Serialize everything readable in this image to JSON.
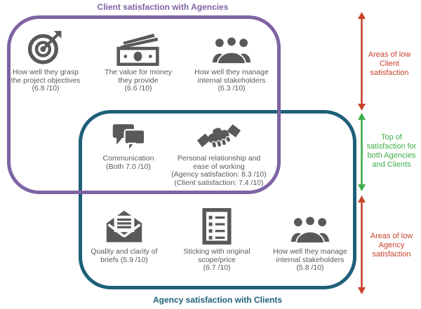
{
  "colors": {
    "purple": "#7E63A4",
    "teal": "#1E5F79",
    "red": "#C7432B",
    "green": "#3FAE49",
    "icon-gray": "#595959",
    "text-gray": "#595959"
  },
  "titles": {
    "client": "Client satisfaction with Agencies",
    "agency": "Agency satisfaction with Clients"
  },
  "items": [
    {
      "id": "project-objectives",
      "icon": "target-icon",
      "lines": [
        "How well they grasp",
        "the project objectives",
        "(6.8 /10)"
      ]
    },
    {
      "id": "value-for-money",
      "icon": "money-icon",
      "lines": [
        "The value for money",
        "they provide",
        "(6.6 /10)"
      ]
    },
    {
      "id": "stakeholders-client",
      "icon": "people-icon",
      "lines": [
        "How well they manage",
        "internal stakeholders",
        "(6.3 /10)"
      ]
    },
    {
      "id": "communication",
      "icon": "speech-bubbles-icon",
      "lines": [
        "Communication",
        "(Both 7.0 /10)"
      ]
    },
    {
      "id": "personal-relationship",
      "icon": "handshake-icon",
      "lines": [
        "Personal relationship and",
        "ease of working",
        "(Agency satisfaction: 8.3 /10)",
        "(Client satisfaction: 7.4 /10)"
      ]
    },
    {
      "id": "briefs",
      "icon": "envelope-icon",
      "lines": [
        "Quality and clarity of",
        "briefs (5.9 /10)"
      ]
    },
    {
      "id": "scope-price",
      "icon": "checklist-icon",
      "lines": [
        "Sticking with original",
        "scope/price",
        "(6.7 /10)"
      ]
    },
    {
      "id": "stakeholders-agency",
      "icon": "people-icon",
      "lines": [
        "How well they manage",
        "internal stakeholders",
        "(5.8 /10)"
      ]
    }
  ],
  "annotations": [
    {
      "id": "low-client",
      "color": "red",
      "lines": [
        "Areas of low",
        "Client",
        "satisfaction"
      ]
    },
    {
      "id": "top-both",
      "color": "green",
      "lines": [
        "Top of",
        "satisfaction for",
        "both Agencies",
        "and Clients"
      ]
    },
    {
      "id": "low-agency",
      "color": "red",
      "lines": [
        "Areas of low",
        "Agency",
        "satisfaction"
      ]
    }
  ]
}
